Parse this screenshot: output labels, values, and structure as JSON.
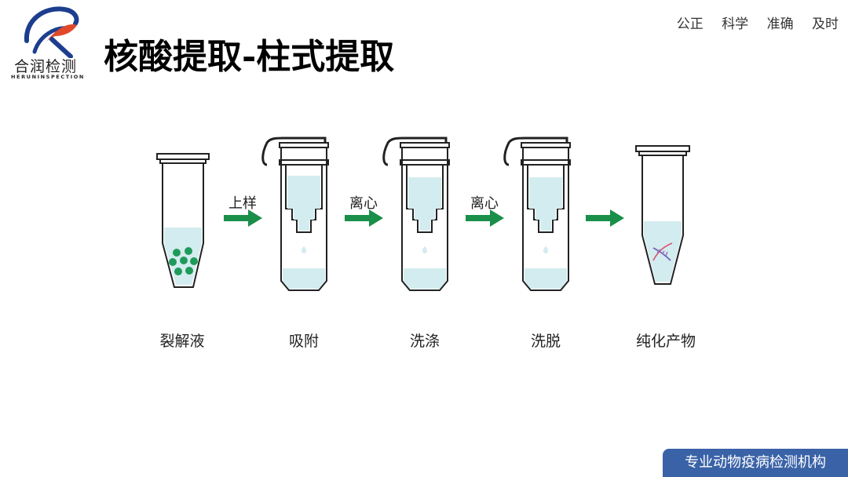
{
  "logo": {
    "name_cn": "合润检测",
    "name_en": "HERUNINSPECTION"
  },
  "title": "核酸提取-柱式提取",
  "motto": [
    "公正",
    "科学",
    "准确",
    "及时"
  ],
  "arrows": [
    "上样",
    "离心",
    "离心",
    ""
  ],
  "steps": [
    "裂解液",
    "吸附",
    "洗涤",
    "洗脱",
    "纯化产物"
  ],
  "footer": "专业动物疫病检测机构",
  "colors": {
    "arrow": "#1a8f4a",
    "liquid": "#d3ecef",
    "cells": "#1f9a5a",
    "footer_bg": "#3a62a7",
    "logo_blue": "#1d3e8f",
    "logo_red": "#e04a2a"
  }
}
